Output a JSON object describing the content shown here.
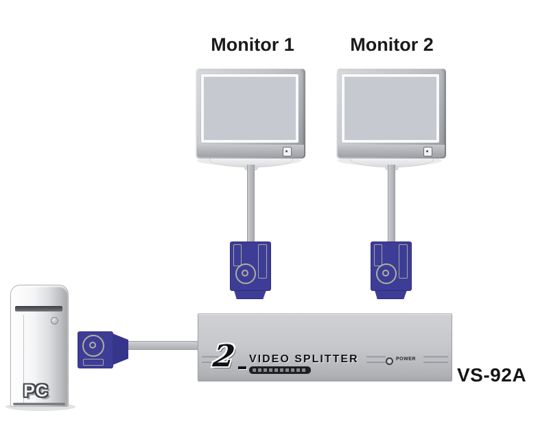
{
  "labels": {
    "monitor1": "Monitor 1",
    "monitor2": "Monitor 2",
    "pc": "PC",
    "model": "VS-92A"
  },
  "splitter": {
    "brand_numeral": "2",
    "brand_name": "VIDEO SPLITTER",
    "power_label": "POWER"
  },
  "colors": {
    "connector_blue": "#3d3d98",
    "connector_outline": "#bebe98",
    "cable_gray": "#b8babd",
    "device_gray": "#c3c5c9",
    "screen_gray": "#c6c9d0",
    "text_black": "#151515"
  }
}
